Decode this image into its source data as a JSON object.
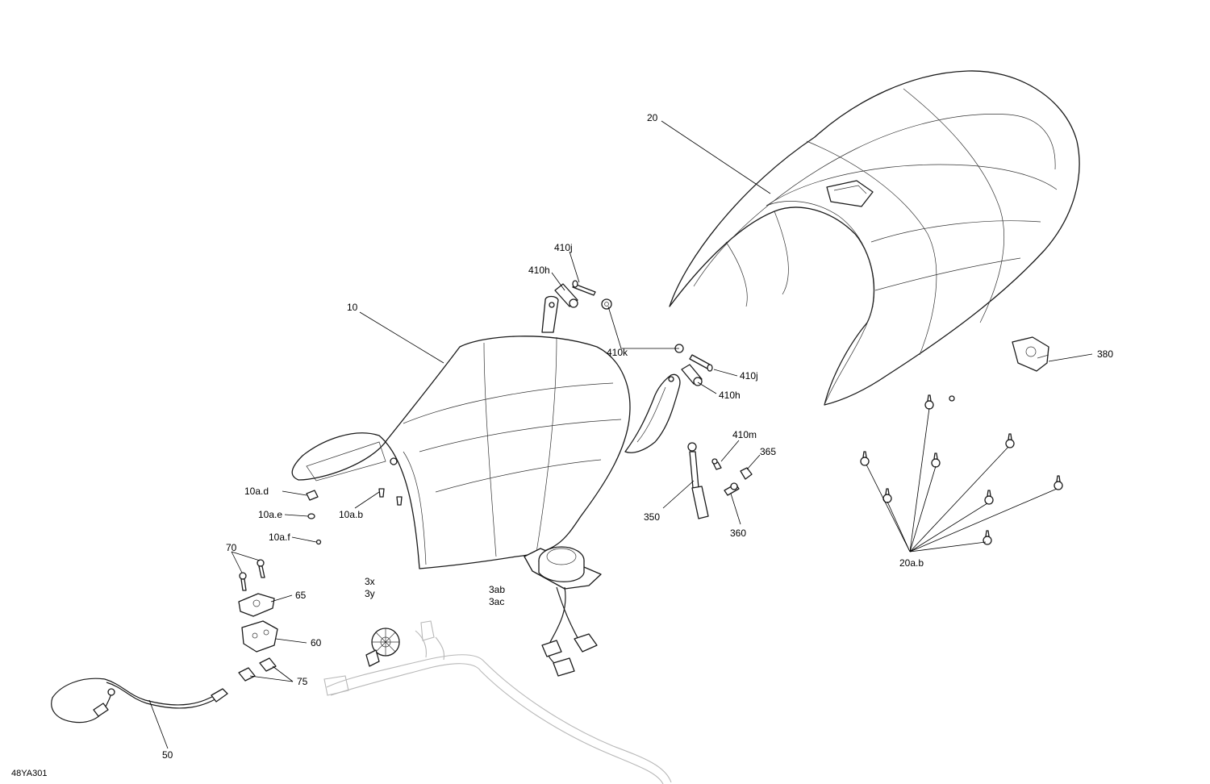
{
  "diagram": {
    "code": "48YA301",
    "callouts": {
      "c20": "20",
      "c410j_top": "410j",
      "c410h_top": "410h",
      "c10": "10",
      "c410k": "410k",
      "c410j_right": "410j",
      "c410h_right": "410h",
      "c380": "380",
      "c410m": "410m",
      "c365": "365",
      "c350": "350",
      "c360": "360",
      "c10ad": "10a.d",
      "c10ae": "10a.e",
      "c10ab": "10a.b",
      "c10af": "10a.f",
      "c70": "70",
      "c65": "65",
      "c3x": "3x",
      "c3y": "3y",
      "c3ab": "3ab",
      "c3ac": "3ac",
      "c20ab": "20a.b",
      "c60": "60",
      "c75": "75",
      "c50": "50"
    }
  }
}
